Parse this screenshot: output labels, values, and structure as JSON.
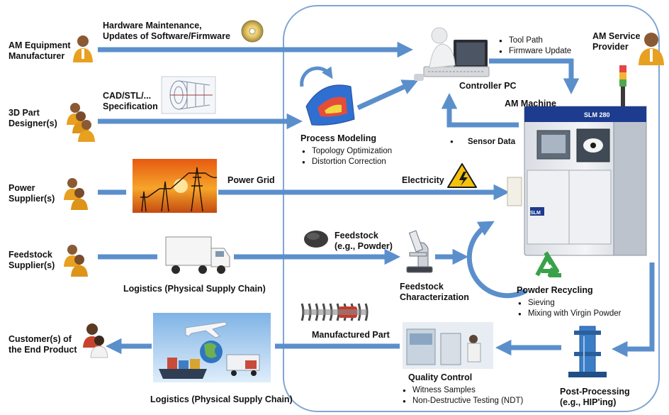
{
  "actors": {
    "am_manufacturer": "AM Equipment\nManufacturer",
    "part_designer": "3D Part\nDesigner(s)",
    "power_supplier": "Power\nSupplier(s)",
    "feedstock_supplier": "Feedstock\nSupplier(s)",
    "customer": "Customer(s) of\nthe End Product",
    "service_provider": "AM Service\nProvider"
  },
  "flows": {
    "hardware_maintenance": "Hardware Maintenance,\nUpdates of Software/Firmware",
    "cad_spec": "CAD/STL/...\nSpecification",
    "power_grid": "Power Grid",
    "electricity": "Electricity",
    "feedstock": "Feedstock\n(e.g., Powder)",
    "logistics_in": "Logistics (Physical Supply Chain)",
    "logistics_out": "Logistics (Physical Supply Chain)",
    "manufactured_part": "Manufactured Part",
    "sensor_data": "Sensor Data"
  },
  "nodes": {
    "controller_pc": {
      "title": "Controller PC",
      "bullets": [
        "Tool Path",
        "Firmware Update"
      ]
    },
    "am_machine": {
      "title": "AM Machine"
    },
    "process_modeling": {
      "title": "Process Modeling",
      "bullets": [
        "Topology Optimization",
        "Distortion Correction"
      ]
    },
    "feedstock_char": {
      "title": "Feedstock\nCharacterization"
    },
    "powder_recycling": {
      "title": "Powder Recycling",
      "bullets": [
        "Sieving",
        "Mixing with Virgin Powder"
      ]
    },
    "quality_control": {
      "title": "Quality Control",
      "bullets": [
        "Witness Samples",
        "Non-Destructive Testing (NDT)"
      ]
    },
    "post_processing": {
      "title": "Post-Processing\n(e.g., HIP'ing)"
    }
  },
  "colors": {
    "arrow": "#5b8fcc",
    "boundary": "#7fa6d3",
    "person_shirt": "#e8a020",
    "recycle": "#3aa14a"
  }
}
